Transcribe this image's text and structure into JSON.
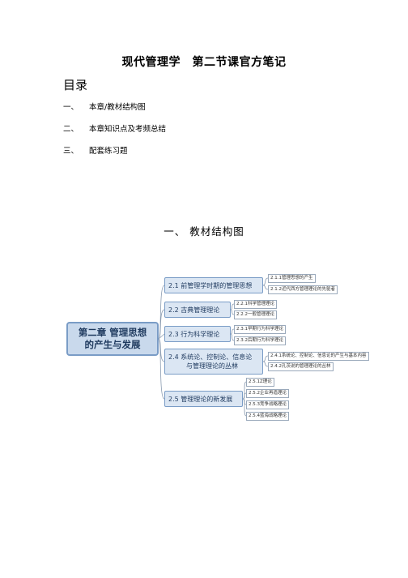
{
  "title": "现代管理学　第二节课官方笔记",
  "toc": {
    "heading": "目录",
    "items": [
      {
        "num": "一、",
        "label": "本章/教材结构图"
      },
      {
        "num": "二、",
        "label": "本章知识点及考频总结"
      },
      {
        "num": "三、",
        "label": "配套练习题"
      }
    ]
  },
  "section1": {
    "heading": "一、 教材结构图"
  },
  "mindmap": {
    "root": {
      "line1": "第二章 管理思想",
      "line2": "的产生与发展"
    },
    "branches": [
      {
        "line1": "2.1 前管理学时期的管理思想",
        "line2": "",
        "leaves": [
          "2.1.1管理思想的产生",
          "2.1.2近代西方管理理论的先驱者"
        ]
      },
      {
        "line1": "2.2 古典管理理论",
        "line2": "",
        "leaves": [
          "2.2.1科学管理理论",
          "2.2.2一般管理理论"
        ]
      },
      {
        "line1": "2.3 行为科学理论",
        "line2": "",
        "leaves": [
          "2.3.1早期行为科学理论",
          "2.3.2后期行为科学理论"
        ]
      },
      {
        "line1": "2.4 系统论、控制论、信息论",
        "line2": "与管理理论的丛林",
        "leaves": [
          "2.4.1系统论、控制论、信息论的产生与基本内容",
          "2.4.2孔茨说的管理理论的丛林"
        ]
      },
      {
        "line1": "2.5 管理理论的新发展",
        "line2": "",
        "leaves": [
          "2.5.1Z理论",
          "2.5.2企业再造理论",
          "2.5.3竞争战略理论",
          "2.5.4蓝海战略理论"
        ]
      }
    ]
  },
  "colors": {
    "root_fill": "#c9d9ec",
    "branch_fill": "#dbe6f3",
    "border": "#7a9cc6",
    "connector": "#8a9bb0"
  }
}
